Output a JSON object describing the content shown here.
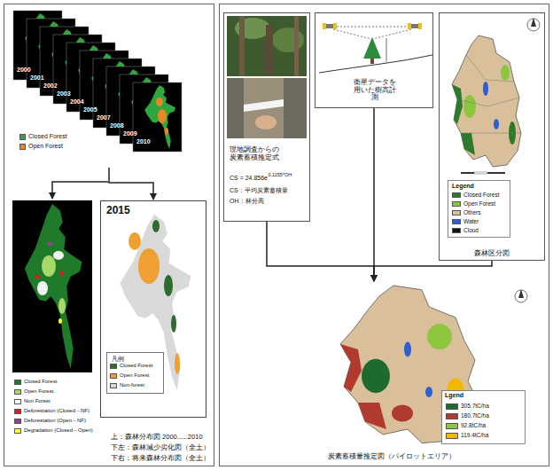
{
  "diagram": {
    "nodes": [
      {
        "text": [
          "上：森林分布図 2000‥‥.2010",
          "下左：森林減少劣化図（全土）",
          "下右：将来森林分布図（全土）"
        ]
      },
      {
        "text": [
          "2000",
          "2001",
          "2002",
          "2003",
          "2004",
          "2005",
          "2007",
          "2008",
          "2009",
          "2010"
        ],
        "in": 0
      },
      {
        "text": [
          "2015",
          "凡例"
        ],
        "in": 0
      },
      {
        "text": [
          "現地調査からの 炭素蓄積推定式",
          "CS = 24.856e",
          "0.1155*OH",
          "CS：平均炭素蓄積量",
          "OH：林分高"
        ]
      },
      {
        "text": [
          "衛星データを 用いた樹高計測"
        ]
      },
      {
        "text": [
          "Legend",
          "森林区分図"
        ]
      },
      {
        "text": [
          "Lgend",
          "炭素蓄積量推定図（パイロットエリア）"
        ]
      }
    ],
    "edges": [
      {
        "from": 1,
        "to": 2,
        "arrow": "to"
      },
      {
        "from": 3,
        "to": 6,
        "arrow": "to"
      },
      {
        "from": 4,
        "to": 6,
        "arrow": "to"
      },
      {
        "from": 5,
        "to": 6,
        "arrow": "to"
      }
    ],
    "legend": [
      {
        "text": "Closed Forest",
        "color": "#2fa640"
      },
      {
        "text": "Open Forest",
        "color": "#e8862a"
      },
      {
        "text": "Closed Forest",
        "color": "#1f7a2a"
      },
      {
        "text": "Open Forest",
        "color": "#a6d96a"
      },
      {
        "text": "Non Forest",
        "color": "#ffffff"
      },
      {
        "text": "Deforestation (Closed→NF)",
        "color": "#e41a1c"
      },
      {
        "text": "Deforestation (Open→NF)",
        "color": "#9b3a9b"
      },
      {
        "text": "Degradation (Closed→Open)",
        "color": "#ffff33"
      },
      {
        "text": "Closed Forest",
        "color": "#2e6b2e"
      },
      {
        "text": "Open Forest",
        "color": "#f0a030"
      },
      {
        "text": "Non-forest",
        "color": "#d9d9d9"
      },
      {
        "text": "Closed Forest",
        "color": "#2d7a2d"
      },
      {
        "text": "Open Forest",
        "color": "#8cc63f"
      },
      {
        "text": "Others",
        "color": "#d9c09a"
      },
      {
        "text": "Water",
        "color": "#2f5fd0"
      },
      {
        "text": "Cloud",
        "color": "#111111"
      },
      {
        "text": "305.7tC/ha",
        "color": "#1e6b2e"
      },
      {
        "text": "180.7tC/ha",
        "color": "#b03a2e"
      },
      {
        "text": "92.8tC/ha",
        "color": "#8dc63f"
      },
      {
        "text": "119.4tC/ha",
        "color": "#f2b705"
      }
    ]
  }
}
